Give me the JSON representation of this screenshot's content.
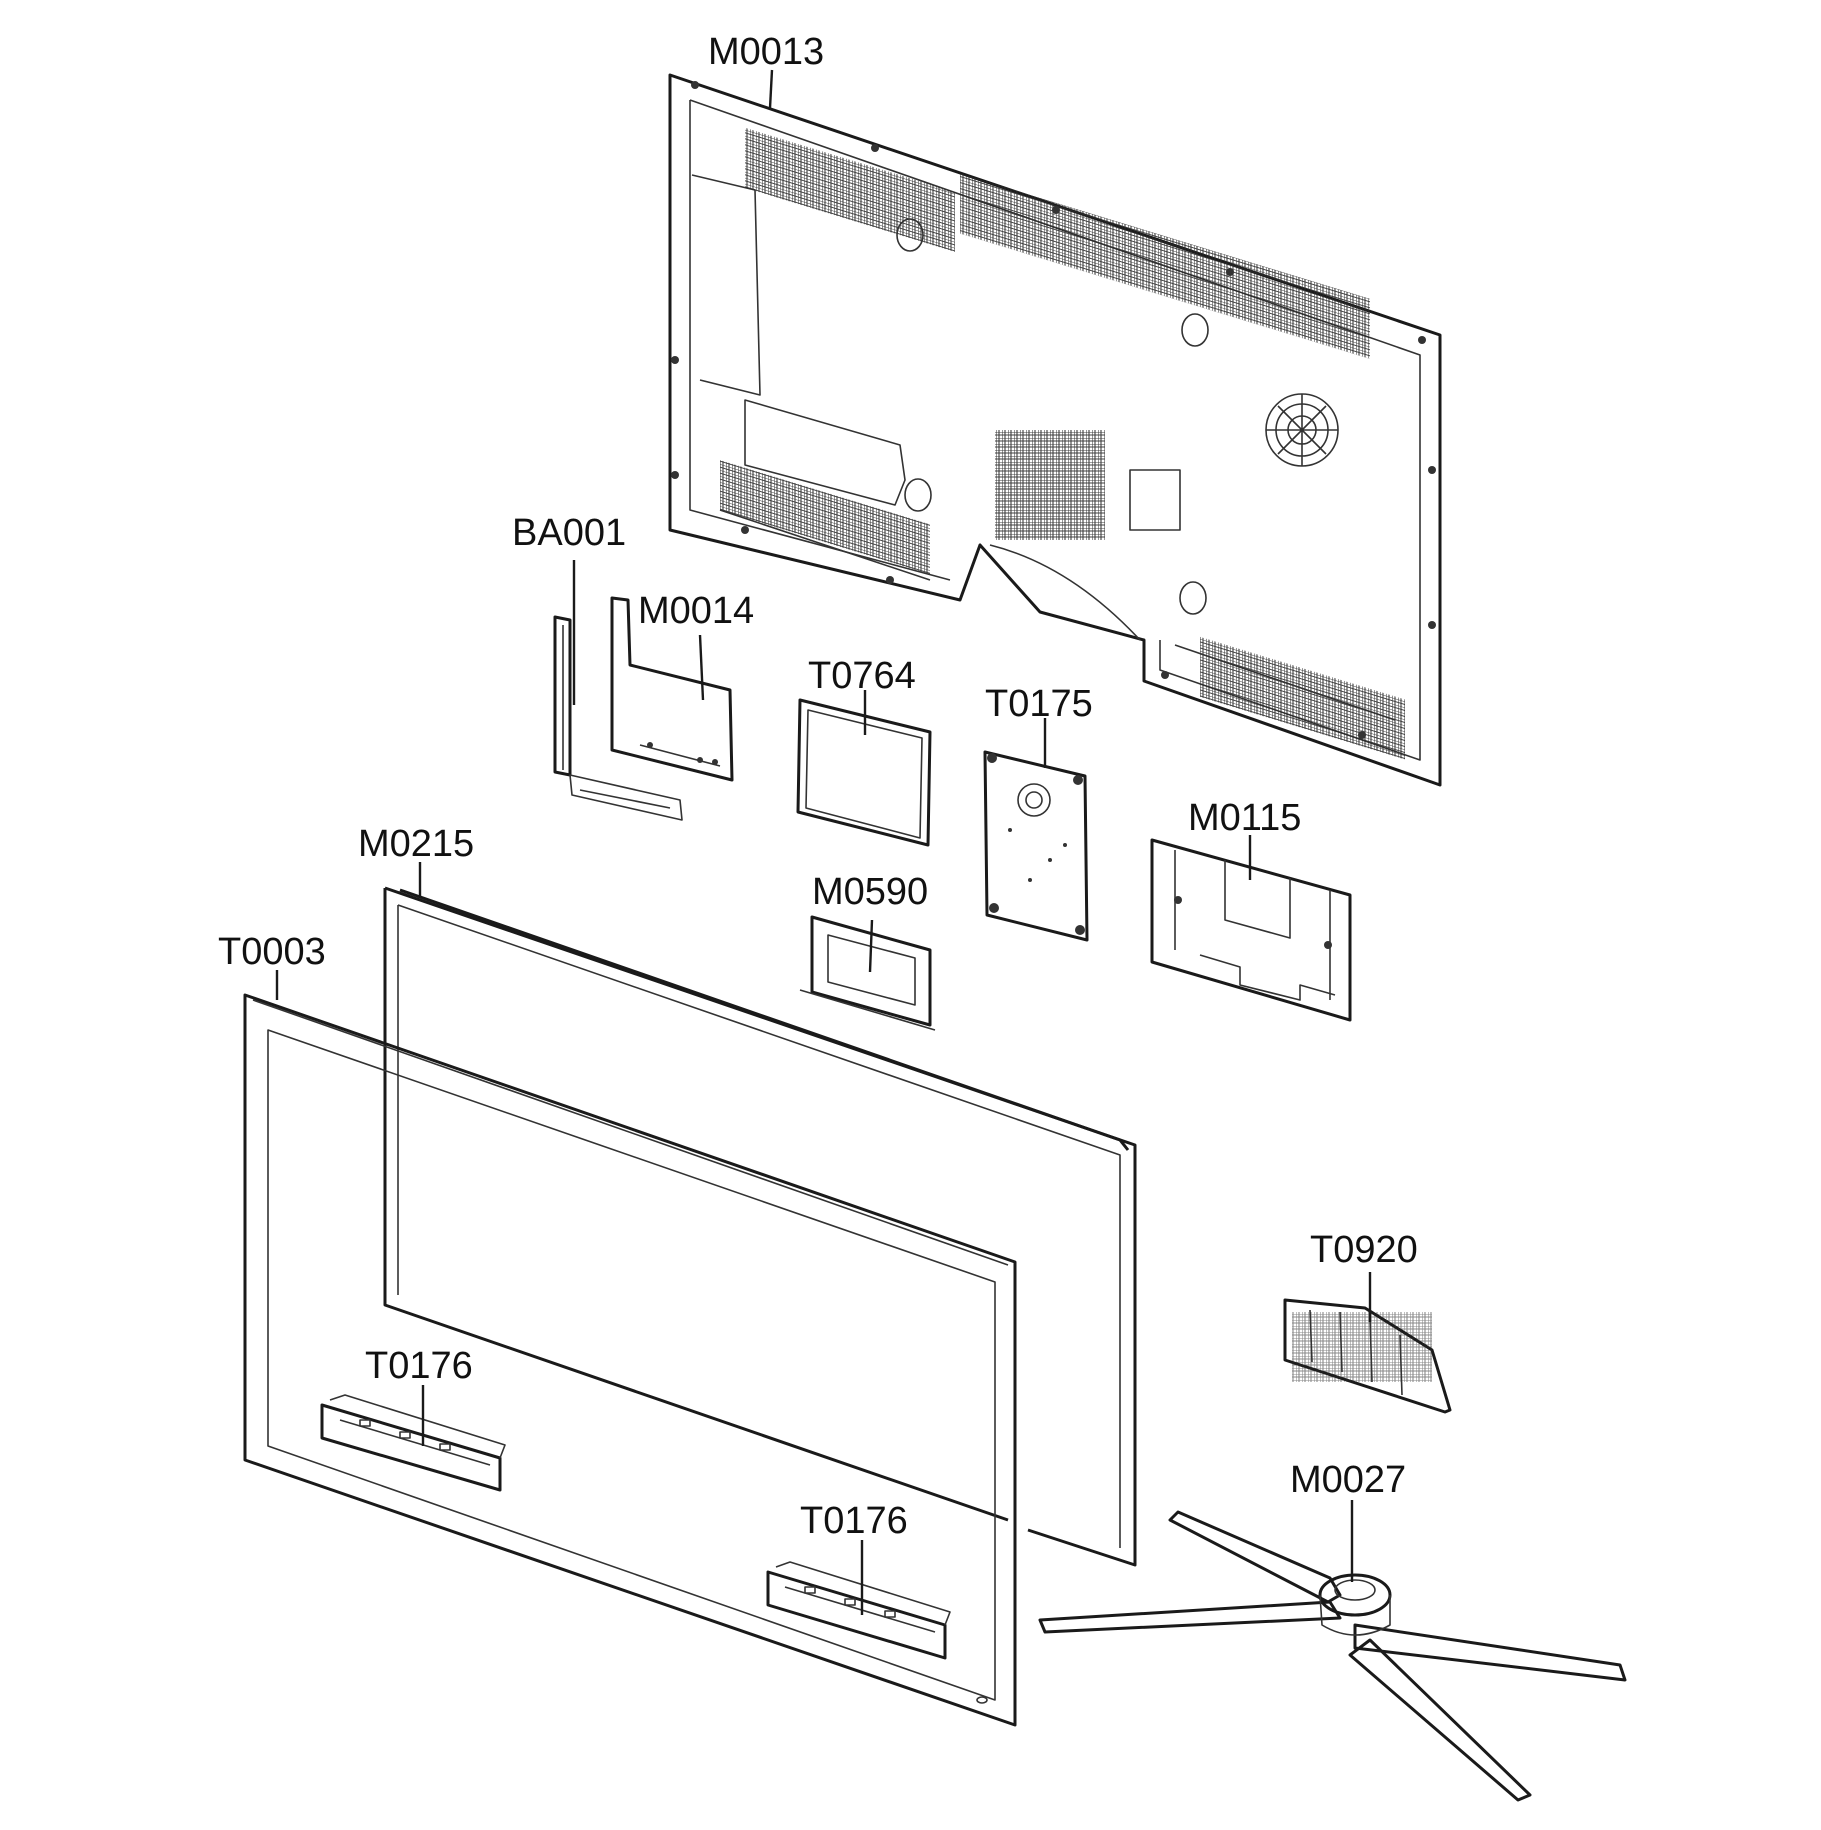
{
  "diagram": {
    "colors": {
      "line": "#1a1a1a",
      "background": "#ffffff"
    },
    "parts": [
      {
        "id": "back-cover",
        "label": "M0013"
      },
      {
        "id": "bracket-ba001",
        "label": "BA001"
      },
      {
        "id": "board-m0014",
        "label": "M0014"
      },
      {
        "id": "board-t0764",
        "label": "T0764"
      },
      {
        "id": "board-t0175",
        "label": "T0175"
      },
      {
        "id": "bracket-m0115",
        "label": "M0115"
      },
      {
        "id": "bracket-m0590",
        "label": "M0590"
      },
      {
        "id": "panel-frame",
        "label": "M0215"
      },
      {
        "id": "front-bezel",
        "label": "T0003"
      },
      {
        "id": "speaker-left",
        "label": "T0176"
      },
      {
        "id": "speaker-right",
        "label": "T0176"
      },
      {
        "id": "stand-cover",
        "label": "T0920"
      },
      {
        "id": "stand-base",
        "label": "M0027"
      }
    ]
  }
}
